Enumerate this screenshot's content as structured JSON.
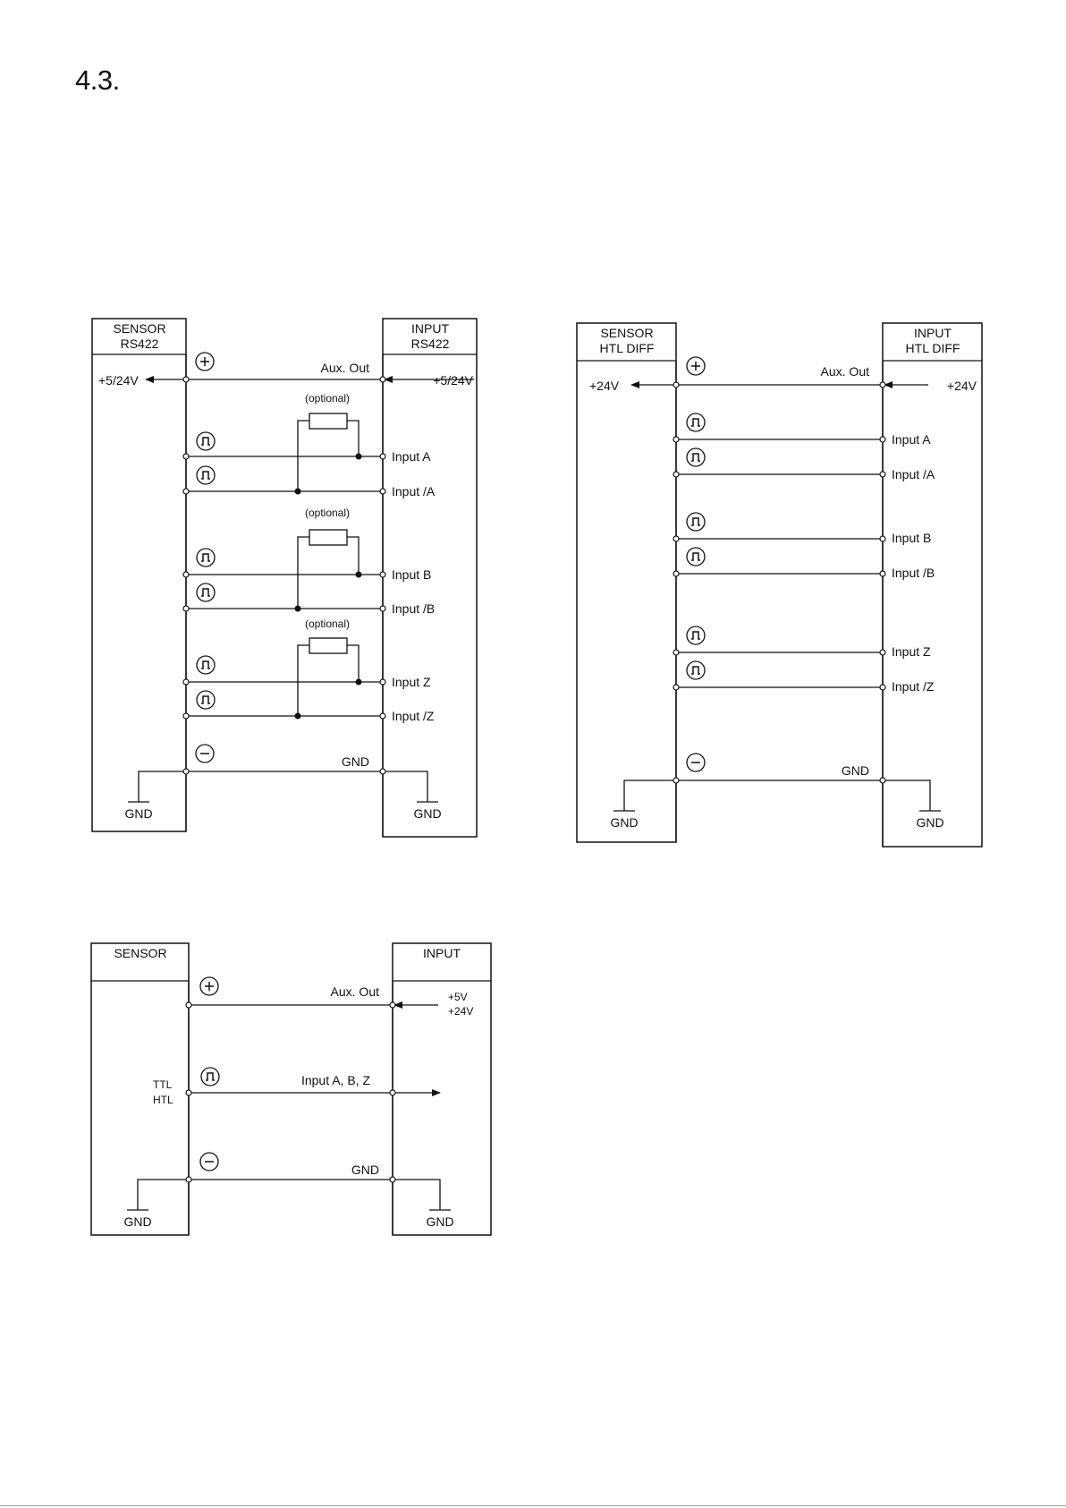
{
  "heading": "4.3.",
  "rs422": {
    "sensor_title": [
      "SENSOR",
      "RS422"
    ],
    "input_title": [
      "INPUT",
      "RS422"
    ],
    "supply_left": "+5/24V",
    "supply_right": "+5/24V",
    "aux_out": "Aux. Out",
    "optional": "(optional)",
    "inputs": [
      "Input A",
      "Input /A",
      "Input B",
      "Input /B",
      "Input Z",
      "Input /Z"
    ],
    "gnd_line": "GND",
    "gnd_left": "GND",
    "gnd_right": "GND"
  },
  "htl_diff": {
    "sensor_title": [
      "SENSOR",
      "HTL DIFF"
    ],
    "input_title": [
      "INPUT",
      "HTL DIFF"
    ],
    "supply_left": "+24V",
    "supply_right": "+24V",
    "aux_out": "Aux. Out",
    "inputs": [
      "Input A",
      "Input /A",
      "Input B",
      "Input /B",
      "Input Z",
      "Input /Z"
    ],
    "gnd_line": "GND",
    "gnd_left": "GND",
    "gnd_right": "GND"
  },
  "single": {
    "sensor_title": "SENSOR",
    "input_title": "INPUT",
    "supply": [
      "+5V",
      "+24V"
    ],
    "aux_out": "Aux. Out",
    "signal_type": [
      "TTL",
      "HTL"
    ],
    "input_label": "Input A, B, Z",
    "gnd_line": "GND",
    "gnd_left": "GND",
    "gnd_right": "GND"
  }
}
